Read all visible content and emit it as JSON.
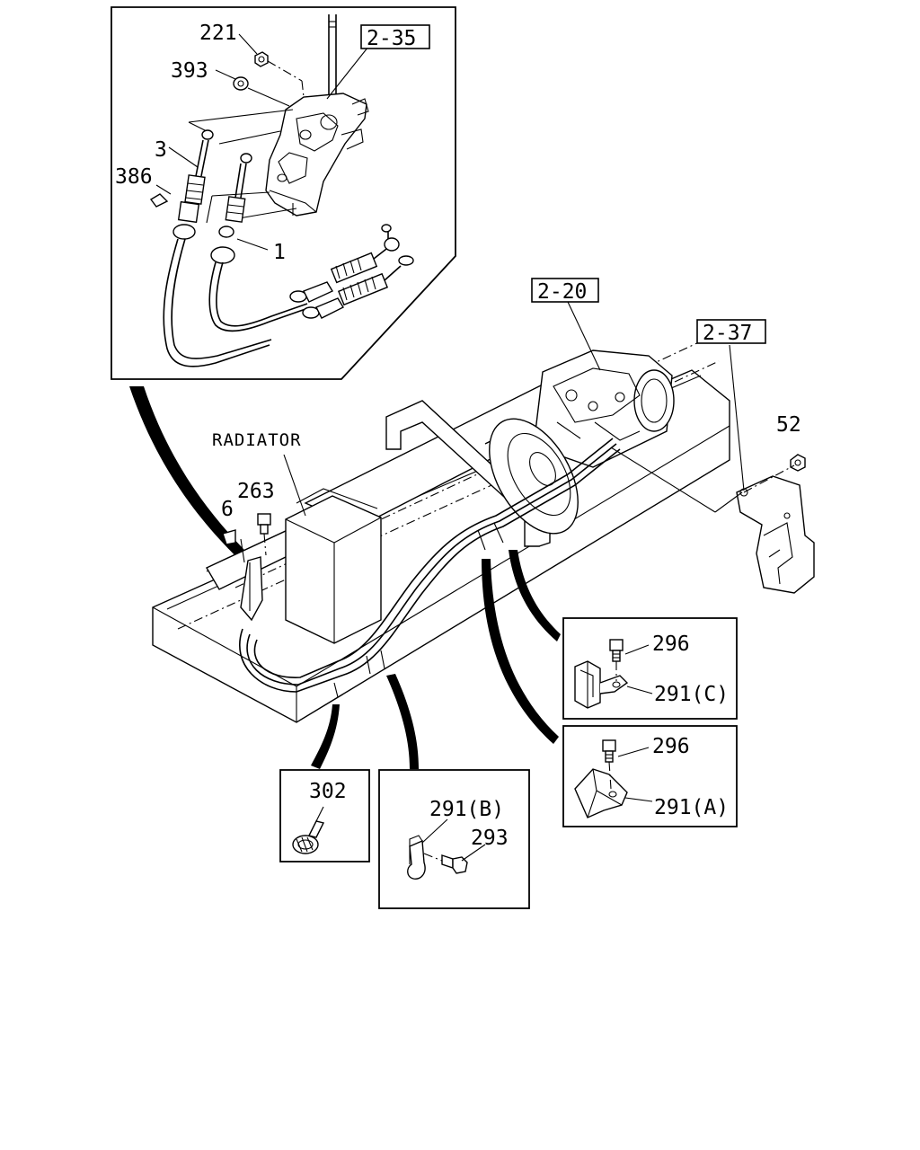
{
  "labels": {
    "p221": "221",
    "p393": "393",
    "p3": "3",
    "p386": "386",
    "p1": "1",
    "ref_2_35": "2-35",
    "ref_2_20": "2-20",
    "ref_2_37": "2-37",
    "p52": "52",
    "radiator": "RADIATOR",
    "p263": "263",
    "p6": "6",
    "p296_c": "296",
    "p291_c": "291(C)",
    "p296_a": "296",
    "p291_a": "291(A)",
    "p302": "302",
    "p291_b": "291(B)",
    "p293": "293"
  }
}
